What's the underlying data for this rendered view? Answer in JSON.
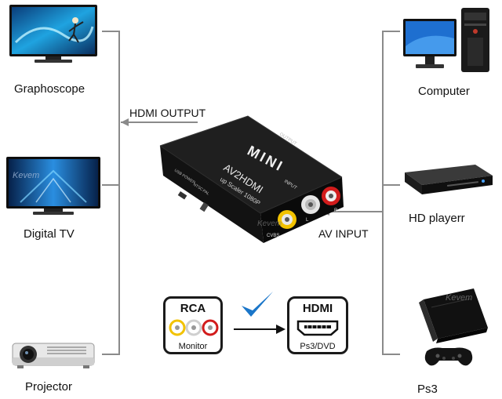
{
  "left_devices": [
    {
      "label": "Graphoscope",
      "icon": "tv-icon"
    },
    {
      "label": "Digital  TV",
      "icon": "tv-icon"
    },
    {
      "label": "Projector",
      "icon": "projector-icon"
    }
  ],
  "right_devices": [
    {
      "label": "Computer",
      "icon": "computer-icon"
    },
    {
      "label": "HD playerr",
      "icon": "disc-player-icon"
    },
    {
      "label": "Ps3",
      "icon": "game-console-icon"
    }
  ],
  "connections": {
    "output_label": "HDMI OUTPUT",
    "input_label": "AV INPUT"
  },
  "device": {
    "brand": "MINI",
    "model": "AV2HDMI",
    "subtitle": "up Scaler 1080P",
    "output_port": "OUTPUT",
    "input_port": "INPUT",
    "cvbs": "CVBS",
    "l": "L",
    "r": "R",
    "usb_power": "USB POWER",
    "ntsc": "NTSC",
    "pal": "PAL"
  },
  "rca_box": {
    "title": "RCA",
    "caption": "Monitor"
  },
  "hdmi_box": {
    "title": "HDMI",
    "caption": "Ps3/DVD"
  },
  "watermark": "Kevem",
  "colors": {
    "line": "#888888",
    "device_body": "#1c1c1c",
    "rca_yellow": "#f2c200",
    "rca_white": "#e6e6e6",
    "rca_red": "#d21c1c",
    "checkmark": "#1a76c9"
  }
}
